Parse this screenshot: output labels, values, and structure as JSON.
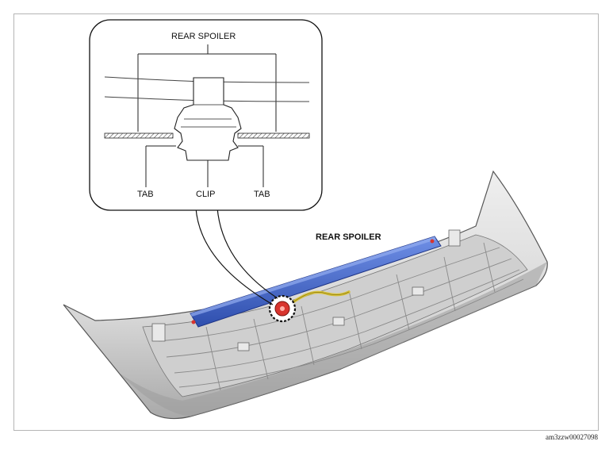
{
  "detail": {
    "title": "REAR SPOILER",
    "labels": {
      "tab_left": "TAB",
      "clip": "CLIP",
      "tab_right": "TAB"
    }
  },
  "main": {
    "label": "REAR SPOILER"
  },
  "document_id": "am3zzw00027098",
  "colors": {
    "bracket": "#3f63c8",
    "clip_highlight": "#d8342e",
    "harness": "#d8c23a",
    "panel": "#dcdcdc"
  }
}
